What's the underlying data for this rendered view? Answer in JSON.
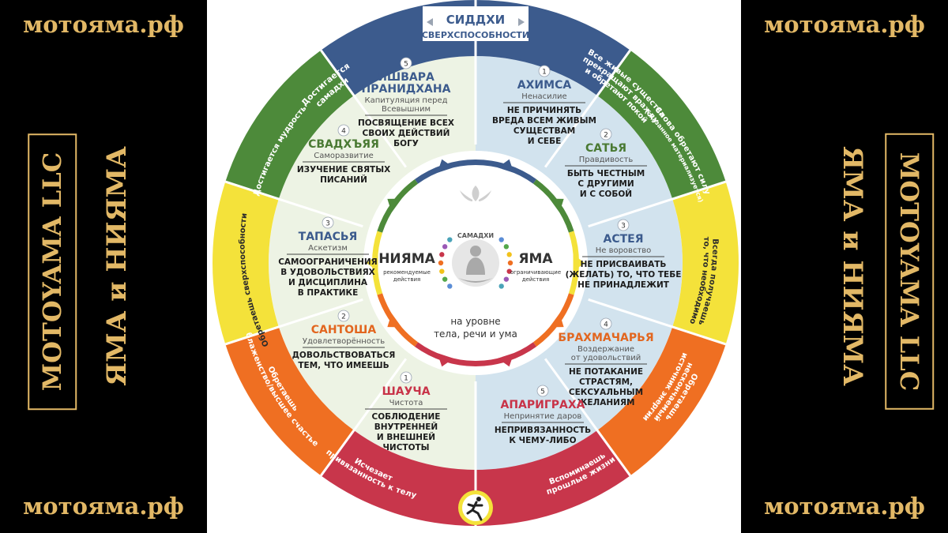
{
  "frame": {
    "site_top_left": "мотояма.рф",
    "site_top_right": "мотояма.рф",
    "site_bottom_left": "мотояма.рф",
    "site_bottom_right": "мотояма.рф",
    "brand": "MOTOYAMA LLC",
    "title": "ЯМА и НИЯМА"
  },
  "colors": {
    "yama_bg": "#d2e3ee",
    "niyama_bg": "#edf3e4",
    "blue": "#3c5b8d",
    "green": "#4d8a3a",
    "yellow": "#f4e23a",
    "orange": "#ef6f22",
    "red": "#c8364b",
    "heading_blue": "#3c5b8d",
    "heading_green": "#4a7a33",
    "heading_orange": "#e2661f",
    "heading_red": "#c83348",
    "gold": "#e2b866"
  },
  "diagram": {
    "siddhi_title": "СИДДХИ",
    "siddhi_subtitle": "СВЕРХСПОСОБНОСТИ",
    "center": {
      "samadhi": "САМАДХИ",
      "niyama_title": "НИЯМА",
      "niyama_sub_1": "рекомендуемые",
      "niyama_sub_2": "действия",
      "yama_title": "ЯМА",
      "yama_sub_1": "ограничивающие",
      "yama_sub_2": "действия",
      "levels_1": "на уровне",
      "levels_2": "тела, речи и ума"
    },
    "yama": [
      {
        "num": "1",
        "title": "АХИМСА",
        "subtitle": "Ненасилие",
        "desc": [
          "НЕ ПРИЧИНЯТЬ",
          "ВРЕДА ВСЕМ ЖИВЫМ",
          "СУЩЕСТВАМ",
          "И СЕБЕ"
        ]
      },
      {
        "num": "2",
        "title": "САТЬЯ",
        "subtitle": "Правдивость",
        "desc": [
          "БЫТЬ ЧЕСТНЫМ",
          "С ДРУГИМИ",
          "И С СОБОЙ"
        ]
      },
      {
        "num": "3",
        "title": "АСТЕЯ",
        "subtitle": "Не воровство",
        "desc": [
          "НЕ ПРИСВАИВАТЬ",
          "(ЖЕЛАТЬ) ТО, ЧТО ТЕБЕ",
          "НЕ ПРИНАДЛЕЖИТ"
        ]
      },
      {
        "num": "4",
        "title": "БРАХМАЧАРЬЯ",
        "subtitle": "Воздержание",
        "subtitle2": "от удовольствий",
        "desc": [
          "НЕ ПОТАКАНИЕ",
          "СТРАСТЯМ,",
          "СЕКСУАЛЬНЫМ",
          "ЖЕЛАНИЯМ"
        ]
      },
      {
        "num": "5",
        "title": "АПАРИГРАХА",
        "subtitle": "Непринятие даров",
        "desc": [
          "НЕПРИВЯЗАННОСТЬ",
          "К ЧЕМУ-ЛИБО"
        ]
      }
    ],
    "niyama": [
      {
        "num": "1",
        "title": "ШАУЧА",
        "subtitle": "Чистота",
        "desc": [
          "СОБЛЮДЕНИЕ",
          "ВНУТРЕННЕЙ",
          "И ВНЕШНЕЙ",
          "ЧИСТОТЫ"
        ]
      },
      {
        "num": "2",
        "title": "САНТОША",
        "subtitle": "Удовлетворённость",
        "desc": [
          "ДОВОЛЬСТВОВАТЬСЯ",
          "ТЕМ, ЧТО ИМЕЕШЬ"
        ]
      },
      {
        "num": "3",
        "title": "ТАПАСЬЯ",
        "subtitle": "Аскетизм",
        "desc": [
          "САМООГРАНИЧЕНИЯ",
          "В УДОВОЛЬСТВИЯХ",
          "И ДИСЦИПЛИНА",
          "В ПРАКТИКЕ"
        ]
      },
      {
        "num": "4",
        "title": "СВАДХЪЯЯ",
        "subtitle": "Саморазвитие",
        "desc": [
          "ИЗУЧЕНИЕ СВЯТЫХ",
          "ПИСАНИЙ"
        ]
      },
      {
        "num": "5",
        "title": "ИШВАРА",
        "title2": "ПРАНИДХАНА",
        "subtitle": "Капитуляция перед",
        "subtitle2": "Всевышним",
        "desc": [
          "ПОСВЯЩЕНИЕ ВСЕХ",
          "СВОИХ ДЕЙСТВИЙ",
          "БОГУ"
        ]
      }
    ],
    "ring": {
      "blue_left_1": "Достигается",
      "blue_left_2": "самадхи",
      "blue_right_1": "Все живые существа",
      "blue_right_2": "прекращают вражду",
      "blue_right_3": "и обретают покой",
      "green_right_1": "Слова обретают силу",
      "green_right_2": "(сказанное материализуется)",
      "yellow_right_1": "Всегда получаешь",
      "yellow_right_2": "то, что необходимо",
      "orange_right_1": "Обретаешь",
      "orange_right_2": "нескончаемый",
      "orange_right_3": "источник энергии",
      "red_right_1": "Вспоминаешь",
      "red_right_2": "прошлые жизни",
      "red_left_1": "Исчезает",
      "red_left_2": "привязанность к телу",
      "orange_left_1": "Обретаешь",
      "orange_left_2": "блаженство/высшее счастье",
      "yellow_left_1": "Обретаешь сверхспособности",
      "green_left_1": "Достигается мудрость"
    }
  }
}
